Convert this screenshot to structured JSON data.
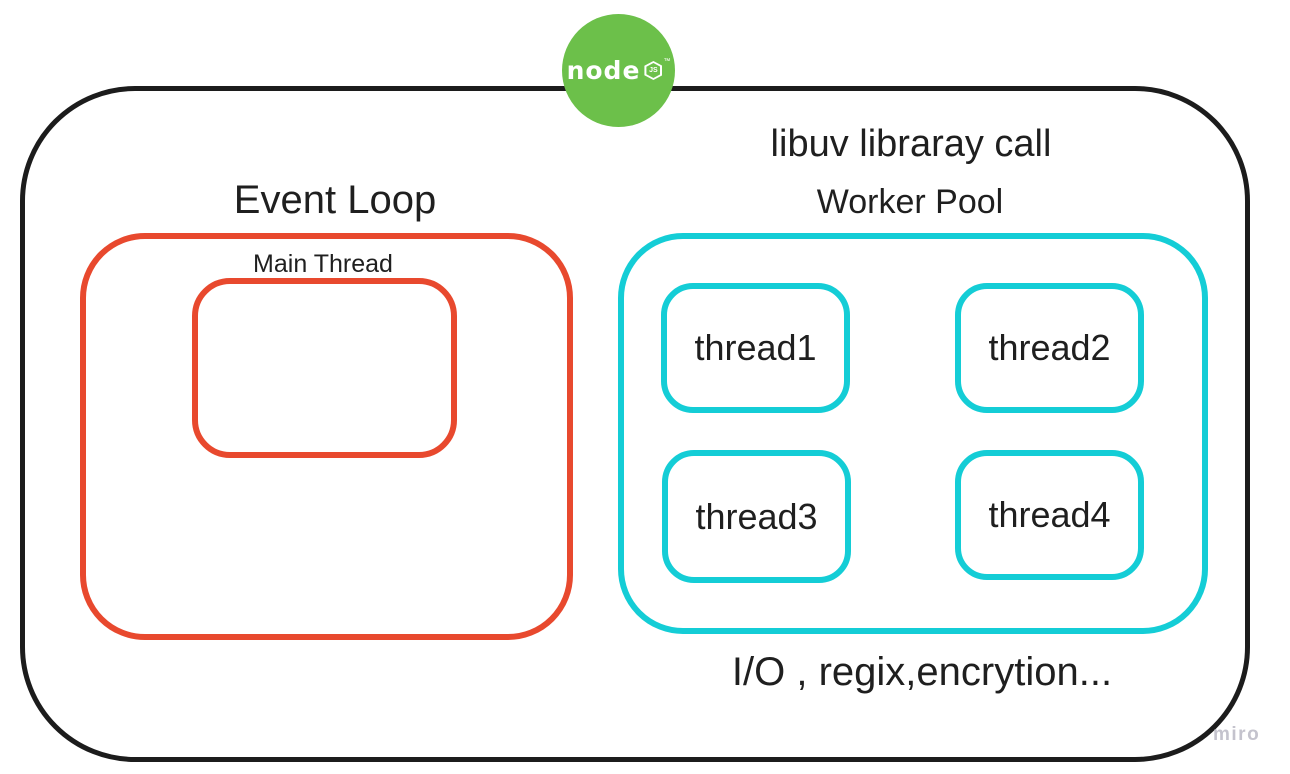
{
  "colors": {
    "outline": "#1c1c1c",
    "red": "#e8492e",
    "cyan": "#14cdd6",
    "node_green": "#6cc04a",
    "text": "#1f1f1f",
    "watermark": "#c4c3cd",
    "bg": "#ffffff"
  },
  "logo": {
    "name": "node",
    "badge": "JS",
    "tm": "™"
  },
  "labels": {
    "libuv": "libuv libraray call",
    "worker_pool": "Worker Pool",
    "event_loop": "Event Loop",
    "main_thread": "Main Thread",
    "io_note": "I/O , regix,encrytion...",
    "watermark": "miro"
  },
  "threads": [
    {
      "label": "thread1"
    },
    {
      "label": "thread2"
    },
    {
      "label": "thread3"
    },
    {
      "label": "thread4"
    }
  ]
}
